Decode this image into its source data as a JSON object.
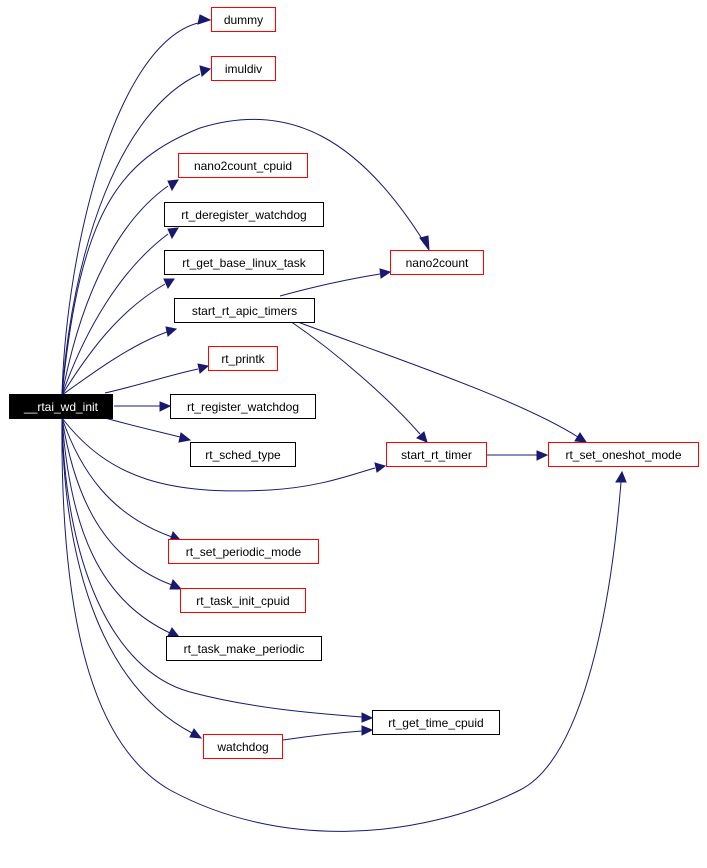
{
  "graph": {
    "colors": {
      "edge": "#191970",
      "root_fill": "#000000",
      "root_text": "#ffffff",
      "documented_border": "#000000",
      "undocumented_border": "#ff0000"
    },
    "nodes": {
      "root": "__rtai_wd_init",
      "dummy": "dummy",
      "imuldiv": "imuldiv",
      "nano2count_cpuid": "nano2count_cpuid",
      "rt_deregister_watchdog": "rt_deregister_watchdog",
      "rt_get_base_linux_task": "rt_get_base_linux_task",
      "nano2count": "nano2count",
      "start_rt_apic_timers": "start_rt_apic_timers",
      "rt_printk": "rt_printk",
      "rt_register_watchdog": "rt_register_watchdog",
      "rt_sched_type": "rt_sched_type",
      "start_rt_timer": "start_rt_timer",
      "rt_set_oneshot_mode": "rt_set_oneshot_mode",
      "rt_set_periodic_mode": "rt_set_periodic_mode",
      "rt_task_init_cpuid": "rt_task_init_cpuid",
      "rt_task_make_periodic": "rt_task_make_periodic",
      "rt_get_time_cpuid": "rt_get_time_cpuid",
      "watchdog": "watchdog"
    }
  }
}
